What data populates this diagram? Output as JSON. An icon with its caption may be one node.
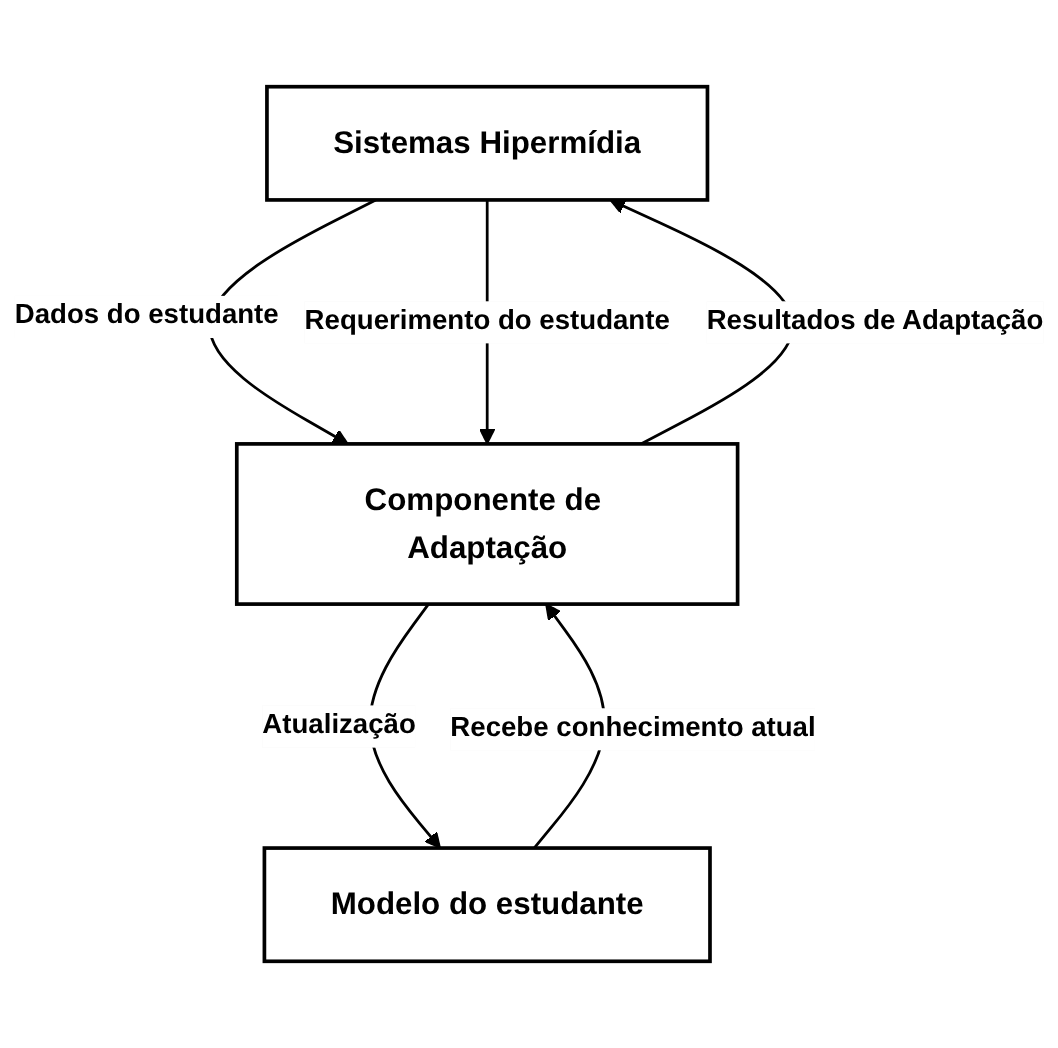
{
  "diagram": {
    "nodes": [
      {
        "text": [
          "Sistemas Hipermídia"
        ]
      },
      {
        "text": [
          "Componente de Adaptação"
        ]
      },
      {
        "text": [
          "Modelo do estudante"
        ]
      }
    ],
    "edges": [
      {
        "from": 0,
        "to": 1,
        "arrow": "to",
        "label": "Dados do estudante"
      },
      {
        "from": 0,
        "to": 1,
        "arrow": "to",
        "label": "Requerimento do estudante"
      },
      {
        "from": 1,
        "to": 0,
        "arrow": "to",
        "label": "Resultados de Adaptação"
      },
      {
        "from": 1,
        "to": 2,
        "arrow": "to",
        "label": "Atualização"
      },
      {
        "from": 2,
        "to": 1,
        "arrow": "to",
        "label": "Recebe conhecimento atual"
      }
    ]
  }
}
